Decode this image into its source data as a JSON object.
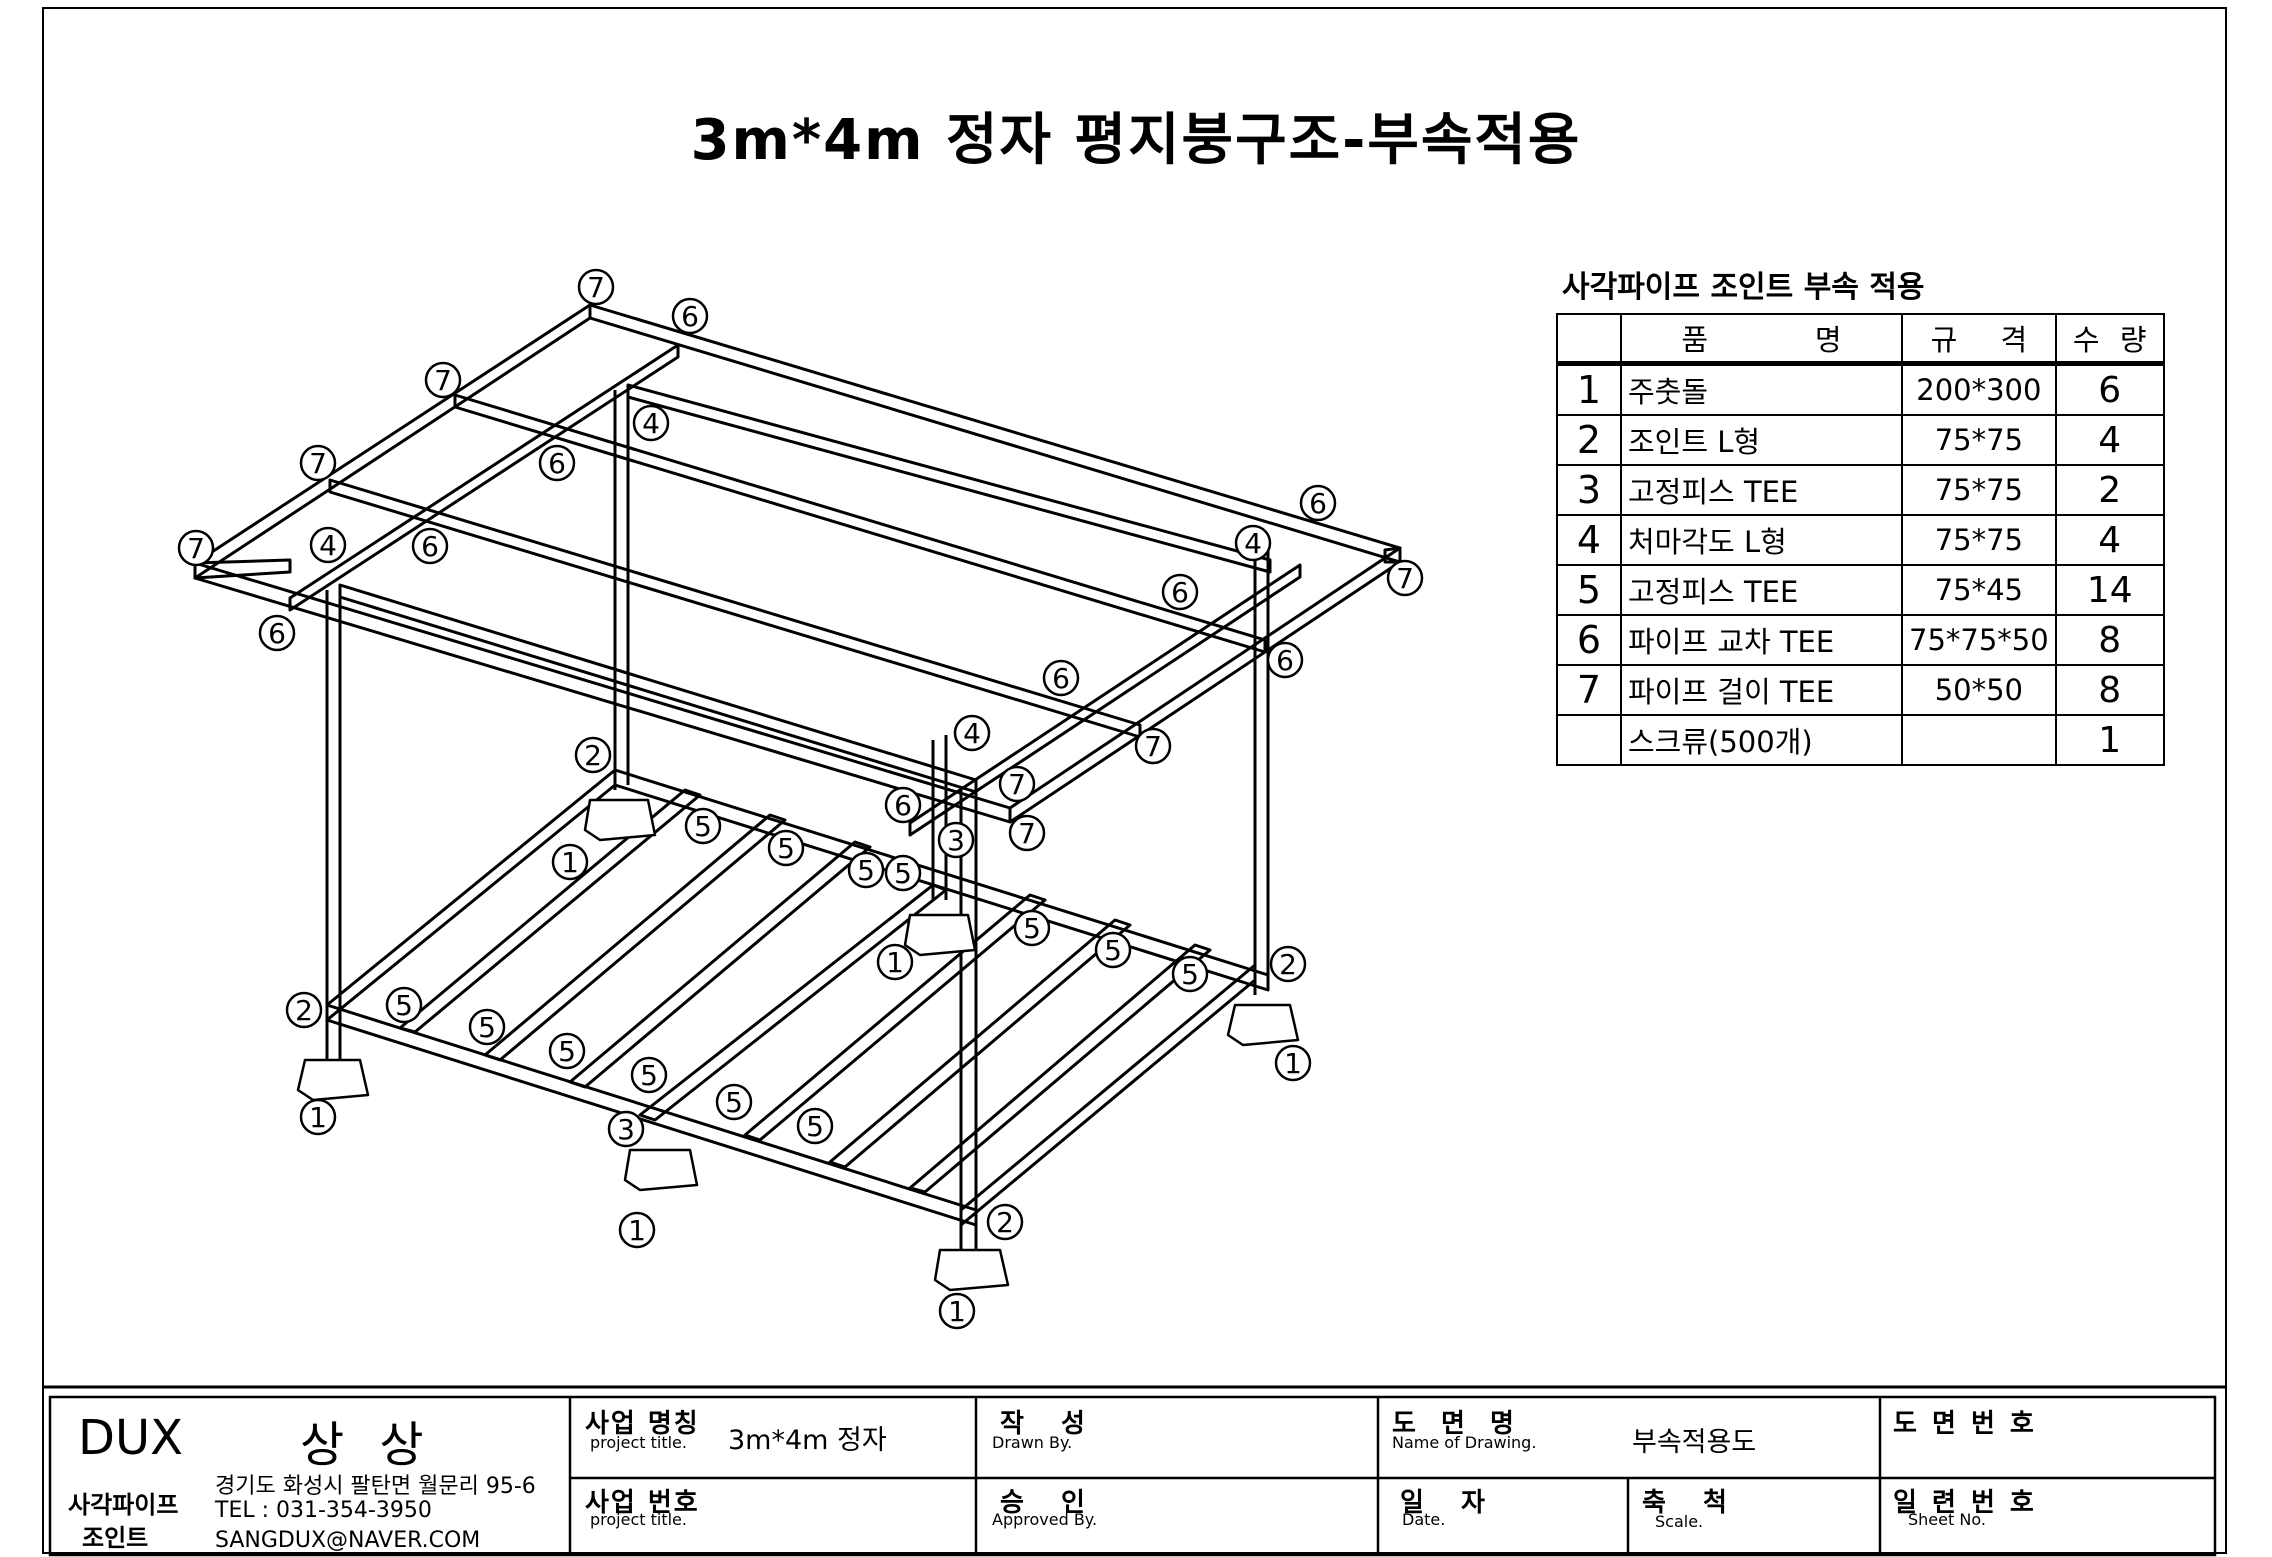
{
  "title": "3m*4m 정자 평지붕구조-부속적용",
  "bom": {
    "caption": "사각파이프 조인트 부속 적용",
    "headers": {
      "name_a": "품",
      "name_b": "명",
      "spec_a": "규",
      "spec_b": "격",
      "qty_a": "수",
      "qty_b": "량"
    },
    "rows": [
      {
        "no": "1",
        "name": "주춧돌",
        "spec": "200*300",
        "qty": "6"
      },
      {
        "no": "2",
        "name": "조인트 L형",
        "spec": "75*75",
        "qty": "4"
      },
      {
        "no": "3",
        "name": "고정피스 TEE",
        "spec": "75*75",
        "qty": "2"
      },
      {
        "no": "4",
        "name": "처마각도 L형",
        "spec": "75*75",
        "qty": "4"
      },
      {
        "no": "5",
        "name": "고정피스 TEE",
        "spec": "75*45",
        "qty": "14"
      },
      {
        "no": "6",
        "name": "파이프 교차 TEE",
        "spec": "75*75*50",
        "qty": "8"
      },
      {
        "no": "7",
        "name": "파이프 걸이 TEE",
        "spec": "50*50",
        "qty": "8"
      },
      {
        "no": "",
        "name": "스크류(500개)",
        "spec": "",
        "qty": "1"
      }
    ]
  },
  "title_block": {
    "brand": "DUX",
    "company": "상 상",
    "product_a": "사각파이프",
    "product_b": "조인트",
    "address": "경기도 화성시 팔탄면 월문리 95-6",
    "tel": "TEL : 031-354-3950",
    "email": "SANGDUX@NAVER.COM",
    "project_name_label": "사업 명칭",
    "project_name_sub": "project title.",
    "project_name_value": "3m*4m 정자",
    "project_no_label": "사업 번호",
    "project_no_sub": "project title.",
    "drawn_label": "작 성",
    "drawn_sub": "Drawn By.",
    "approved_label": "승 인",
    "approved_sub": "Approved By.",
    "drawing_name_label": "도 면 명",
    "drawing_name_sub": "Name of Drawing.",
    "drawing_name_value": "부속적용도",
    "date_label": "일 자",
    "date_sub": "Date.",
    "scale_label": "축 척",
    "scale_sub": "Scale.",
    "drawing_no_label": "도 면 번 호",
    "sheet_no_label": "일 련 번 호",
    "sheet_no_sub": "Sheet No."
  },
  "callouts": [
    "7",
    "6",
    "7",
    "4",
    "6",
    "7",
    "6",
    "7",
    "4",
    "6",
    "6",
    "4",
    "6",
    "7",
    "6",
    "6",
    "7",
    "4",
    "7",
    "6",
    "2",
    "5",
    "5",
    "5",
    "5",
    "3",
    "7",
    "1",
    "5",
    "5",
    "1",
    "2",
    "5",
    "5",
    "2",
    "5",
    "5",
    "5",
    "1",
    "3",
    "5",
    "5",
    "1",
    "2",
    "1",
    "1"
  ]
}
